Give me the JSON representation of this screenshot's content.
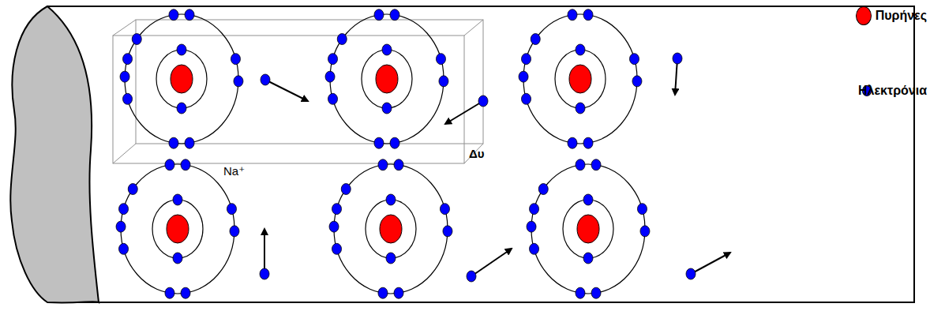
{
  "diagram": {
    "labels": [
      "Δυ",
      "Na⁺"
    ],
    "legend": [
      {
        "text": "Πυρήνες",
        "color": "#ff0000"
      },
      {
        "text": "Ηλεκτρόνια",
        "color": "#0000ff"
      }
    ]
  }
}
